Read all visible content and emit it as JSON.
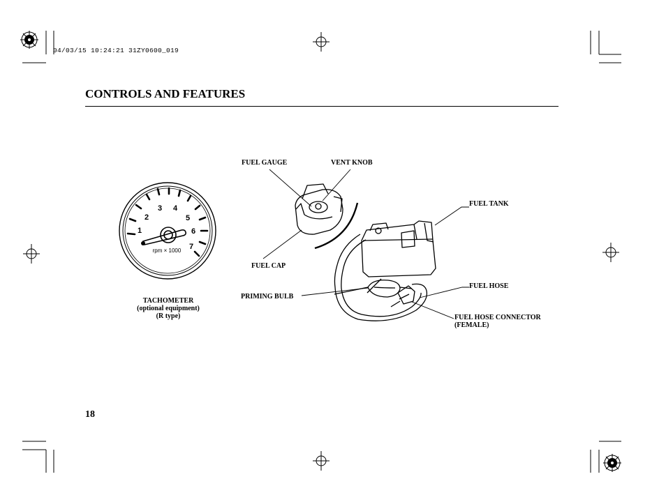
{
  "header": {
    "print_stamp": "04/03/15 10:24:21 31ZY0600_019",
    "section_title": "CONTROLS AND FEATURES"
  },
  "tachometer": {
    "dial_numbers": [
      "1",
      "2",
      "3",
      "4",
      "5",
      "6",
      "7"
    ],
    "unit": "rpm × 1000",
    "caption": [
      "TACHOMETER",
      "(optional equipment)",
      "(R type)"
    ]
  },
  "fuel_system": {
    "labels": {
      "fuel_gauge": "FUEL GAUGE",
      "vent_knob": "VENT KNOB",
      "fuel_tank": "FUEL TANK",
      "fuel_cap": "FUEL CAP",
      "fuel_hose": "FUEL HOSE",
      "priming_bulb": "PRIMING BULB",
      "fuel_hose_connector": [
        "FUEL HOSE CONNECTOR",
        "(FEMALE)"
      ]
    }
  },
  "footer": {
    "page_number": "18"
  }
}
